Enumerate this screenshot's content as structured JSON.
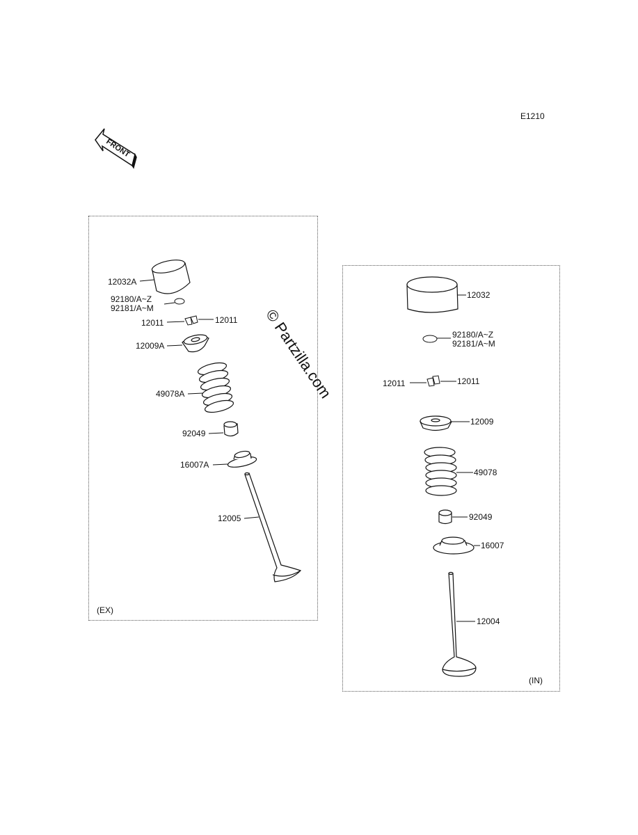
{
  "diagram_code": "E1210",
  "front_badge": "FRONT",
  "watermark": "© Partzilla.com",
  "exhaust_panel": {
    "tag": "(EX)",
    "labels": {
      "tappet": "12032A",
      "shim_a": "92180/A~Z",
      "shim_b": "92181/A~M",
      "cotter_left": "12011",
      "cotter_right": "12011",
      "retainer": "12009A",
      "spring": "49078A",
      "seal": "92049",
      "seat": "16007A",
      "valve": "12005"
    }
  },
  "intake_panel": {
    "tag": "(IN)",
    "labels": {
      "tappet": "12032",
      "shim_a": "92180/A~Z",
      "shim_b": "92181/A~M",
      "cotter_left": "12011",
      "cotter_right": "12011",
      "retainer": "12009",
      "spring": "49078",
      "seal": "92049",
      "seat": "16007",
      "valve": "12004"
    }
  }
}
